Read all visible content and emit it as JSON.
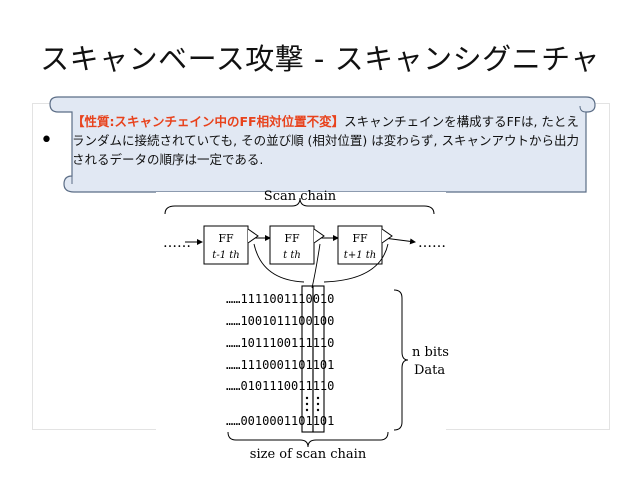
{
  "slide": {
    "title": "スキャンベース攻撃 - スキャンシグニチャ",
    "bullet": "•"
  },
  "callout": {
    "highlight": "【性質:スキャンチェイン中のFF相対位置不変】",
    "body": "スキャンチェインを構成するFFは, たとえランダムに接続されていても, その並び順 (相対位置) は変わらず, スキャンアウトから出力されるデータの順序は一定である."
  },
  "diagram": {
    "scan_chain_label": "Scan chain",
    "ellipsis": "……",
    "flip_flops": [
      {
        "top": "FF",
        "bottom": "t-1  th"
      },
      {
        "top": "FF",
        "bottom": "t  th"
      },
      {
        "top": "FF",
        "bottom": "t+1  th"
      }
    ],
    "data_rows": [
      "……1111001110010",
      "……1001011100100",
      "……1011100111110",
      "……1110001101101",
      "……0101110011110",
      "……0010001101101"
    ],
    "n_bits_label": "n bits",
    "data_label": "Data",
    "size_label": "size of scan chain"
  },
  "colors": {
    "callout_fill": "#e1e8f3",
    "callout_border": "#5b6d86",
    "highlight": "#e8421c"
  }
}
